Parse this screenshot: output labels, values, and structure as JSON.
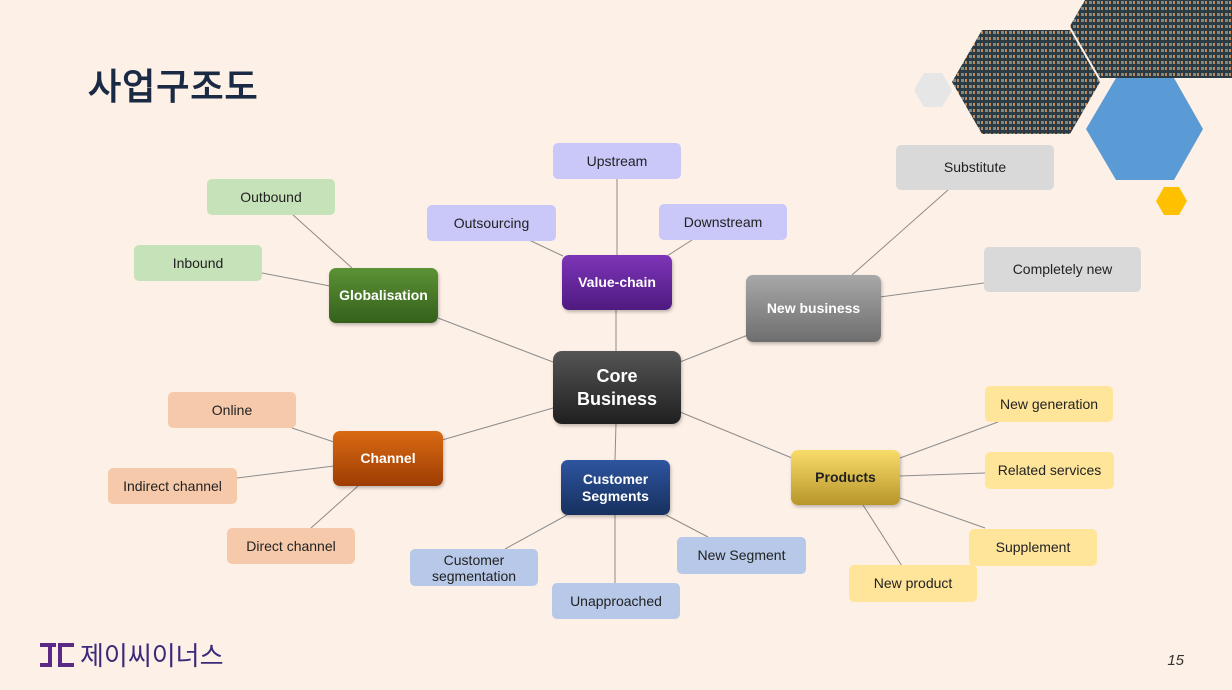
{
  "title": "사업구조도",
  "page_number": "15",
  "logo": {
    "text": "제이씨이너스",
    "icon": "jc-logo-icon"
  },
  "core": {
    "label_line1": "Core",
    "label_line2": "Business"
  },
  "hubs": {
    "value_chain": "Value-chain",
    "globalisation": "Globalisation",
    "new_business": "New business",
    "channel": "Channel",
    "customer_line1": "Customer",
    "customer_line2": "Segments",
    "products": "Products"
  },
  "leaves": {
    "upstream": "Upstream",
    "outsourcing": "Outsourcing",
    "downstream": "Downstream",
    "outbound": "Outbound",
    "inbound": "Inbound",
    "substitute": "Substitute",
    "completely_new": "Completely new",
    "online": "Online",
    "indirect_channel": "Indirect channel",
    "direct_channel": "Direct channel",
    "customer_seg_line1": "Customer",
    "customer_seg_line2": "segmentation",
    "unapproached": "Unapproached",
    "new_segment": "New Segment",
    "new_generation": "New generation",
    "related_services": "Related services",
    "supplement": "Supplement",
    "new_product": "New product"
  },
  "colors": {
    "background": "#fdf0e6",
    "value_chain": "#6a2aa0",
    "globalisation": "#4a7a2a",
    "new_business": "#8a8a8a",
    "channel": "#c4560a",
    "customer": "#1f3f7a",
    "products": "#e8c84a",
    "leaf_purple": "#c9c8f8",
    "leaf_green": "#c6e2b8",
    "leaf_gray": "#d9d9d9",
    "leaf_orange": "#f6c9aa",
    "leaf_blue": "#b7c8e8",
    "leaf_yellow": "#ffe59a"
  }
}
